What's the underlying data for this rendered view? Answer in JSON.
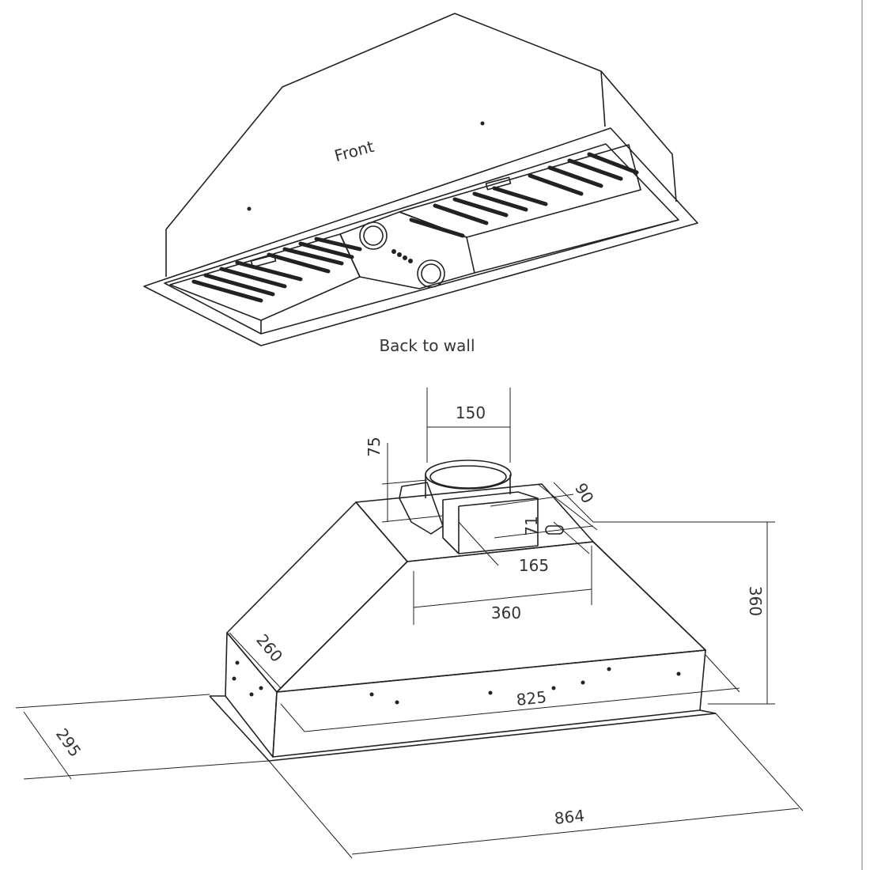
{
  "top_view": {
    "front_label": "Front",
    "back_label": "Back to wall"
  },
  "dimensions": {
    "duct_diameter": "150",
    "duct_height": "75",
    "motor_depth": "90",
    "motor_height": "71",
    "motor_width": "165",
    "top_width": "360",
    "height": "360",
    "side_depth": "260",
    "body_width": "825",
    "cutout_depth": "295",
    "overall_width": "864"
  },
  "colors": {
    "line": "#222222",
    "text": "#333333"
  }
}
